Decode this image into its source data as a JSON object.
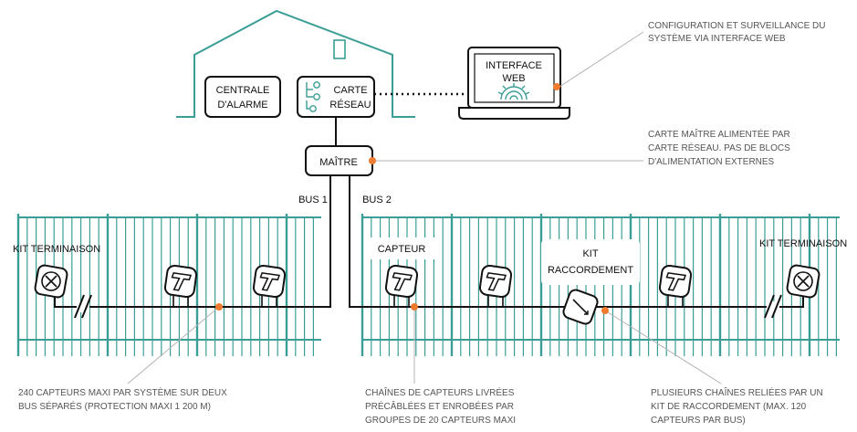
{
  "house": {
    "alarm_label": [
      "CENTRALE",
      "D'ALARME"
    ],
    "network_card_label": [
      "CARTE",
      "RÉSEAU"
    ]
  },
  "web": {
    "label": [
      "INTERFACE",
      "WEB"
    ],
    "note": [
      "CONFIGURATION ET SURVEILLANCE DU",
      "SYSTÈME VIA INTERFACE WEB"
    ]
  },
  "master": {
    "label": "MAÎTRE",
    "note": [
      "CARTE MAÎTRE ALIMENTÉE PAR",
      "CARTE RÉSEAU. PAS DE BLOCS",
      "D'ALIMENTATION EXTERNES"
    ]
  },
  "buses": {
    "bus1": "BUS 1",
    "bus2": "BUS 2"
  },
  "field": {
    "kit_termination": "KIT TERMINAISON",
    "sensor": "CAPTEUR",
    "kit_connection": [
      "KIT",
      "RACCORDEMENT"
    ]
  },
  "notes": {
    "bottom_left": [
      "240 CAPTEURS MAXI PAR SYSTÈME SUR DEUX",
      "BUS SÉPARÉS (PROTECTION MAXI 1 200 M)"
    ],
    "bottom_center": [
      "CHAÎNES DE CAPTEURS LIVRÉES",
      "PRÉCÂBLÉES ET ENROBÉES PAR",
      "GROUPES DE 20 CAPTEURS MAXI"
    ],
    "bottom_right": [
      "PLUSIEURS CHAÎNES RELIÉES PAR UN",
      "KIT DE RACCORDEMENT (MAX. 120",
      "CAPTEURS PAR BUS)"
    ]
  },
  "colors": {
    "teal": "#3a9e96",
    "orange": "#f07a2e",
    "grey": "#b3b3b3",
    "ink": "#111111"
  }
}
